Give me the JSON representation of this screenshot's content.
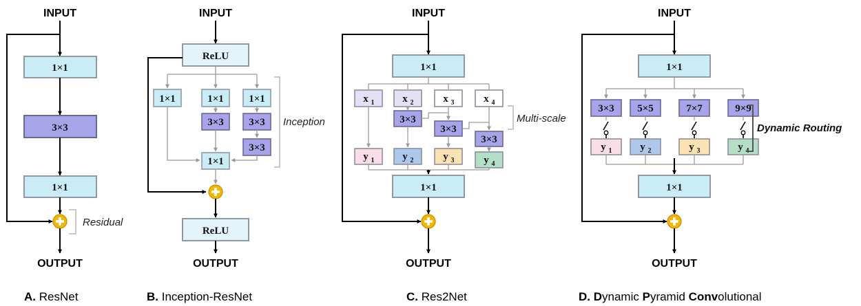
{
  "labels": {
    "input": "INPUT",
    "output": "OUTPUT"
  },
  "panels": {
    "a": {
      "caption_letter": "A.",
      "caption_text": "ResNet",
      "blocks": [
        "1×1",
        "3×3",
        "1×1"
      ],
      "annotation": "Residual"
    },
    "b": {
      "caption_letter": "B.",
      "caption_text": "Inception-ResNet",
      "relu_top": "ReLU",
      "relu_bottom": "ReLU",
      "branch1": "1×1",
      "branch2a": "1×1",
      "branch2b": "3×3",
      "branch3a": "1×1",
      "branch3b": "3×3",
      "branch3c": "3×3",
      "merge": "1×1",
      "annotation": "Inception"
    },
    "c": {
      "caption_letter": "C.",
      "caption_text": "Res2Net",
      "top": "1×1",
      "bottom": "1×1",
      "x_base": "x",
      "x_subs": [
        "1",
        "2",
        "3",
        "4"
      ],
      "y_base": "y",
      "y_subs": [
        "1",
        "2",
        "3",
        "4"
      ],
      "convs": [
        "3×3",
        "3×3",
        "3×3"
      ],
      "annotation": "Multi-scale"
    },
    "d": {
      "caption_letter": "D.",
      "caption_parts": [
        {
          "t": "D",
          "b": true
        },
        {
          "t": "ynamic ",
          "b": false
        },
        {
          "t": "P",
          "b": true
        },
        {
          "t": "yramid ",
          "b": false
        },
        {
          "t": "Conv",
          "b": true
        },
        {
          "t": "olutional",
          "b": false
        }
      ],
      "top": "1×1",
      "bottom": "1×1",
      "kernels": [
        "3×3",
        "5×5",
        "7×7",
        "9×9"
      ],
      "y_base": "y",
      "y_subs": [
        "1",
        "2",
        "3",
        "4"
      ],
      "annotation": "Dynamic Routing"
    }
  },
  "colors": {
    "light_blue": "#c9ecf7",
    "pale_blue": "#e4f4fb",
    "purple": "#a7a4ea",
    "lavender": "#e3e1f6",
    "pink": "#f9dde7",
    "blue": "#aec8ec",
    "orange": "#fbe2b2",
    "green": "#b3dfc7",
    "adder": "#f2b705"
  }
}
